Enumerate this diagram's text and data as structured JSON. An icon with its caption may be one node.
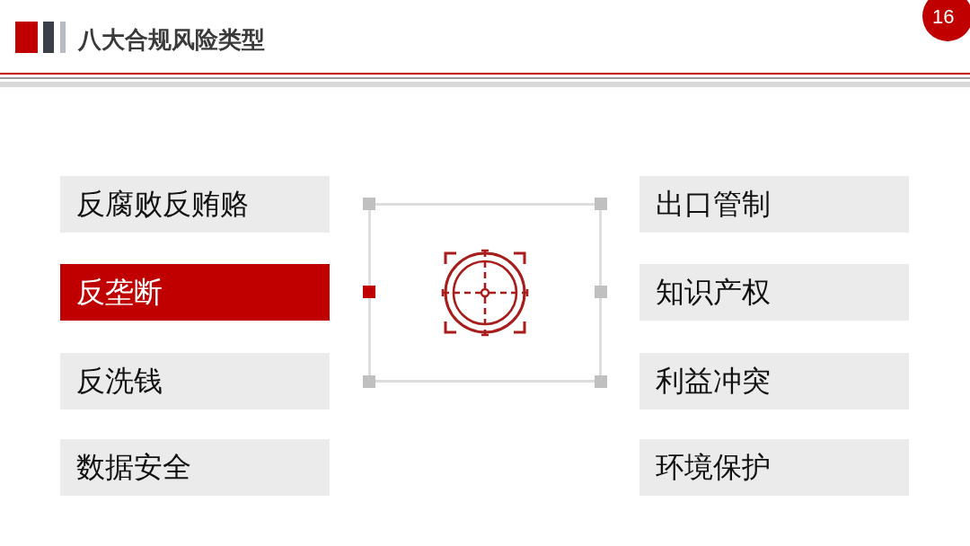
{
  "diagram": {
    "title": "八大合规风险类型",
    "nodes": [
      {
        "text": [
          "反腐败反贿赂"
        ]
      },
      {
        "text": [
          "出口管制"
        ]
      },
      {
        "text": [
          "反垄断"
        ]
      },
      {
        "text": [
          "知识产权"
        ]
      },
      {
        "text": [
          "反洗钱"
        ]
      },
      {
        "text": [
          "利益冲突"
        ]
      },
      {
        "text": [
          "数据安全"
        ]
      },
      {
        "text": [
          "环境保护"
        ]
      }
    ],
    "labels": [
      "16"
    ]
  }
}
